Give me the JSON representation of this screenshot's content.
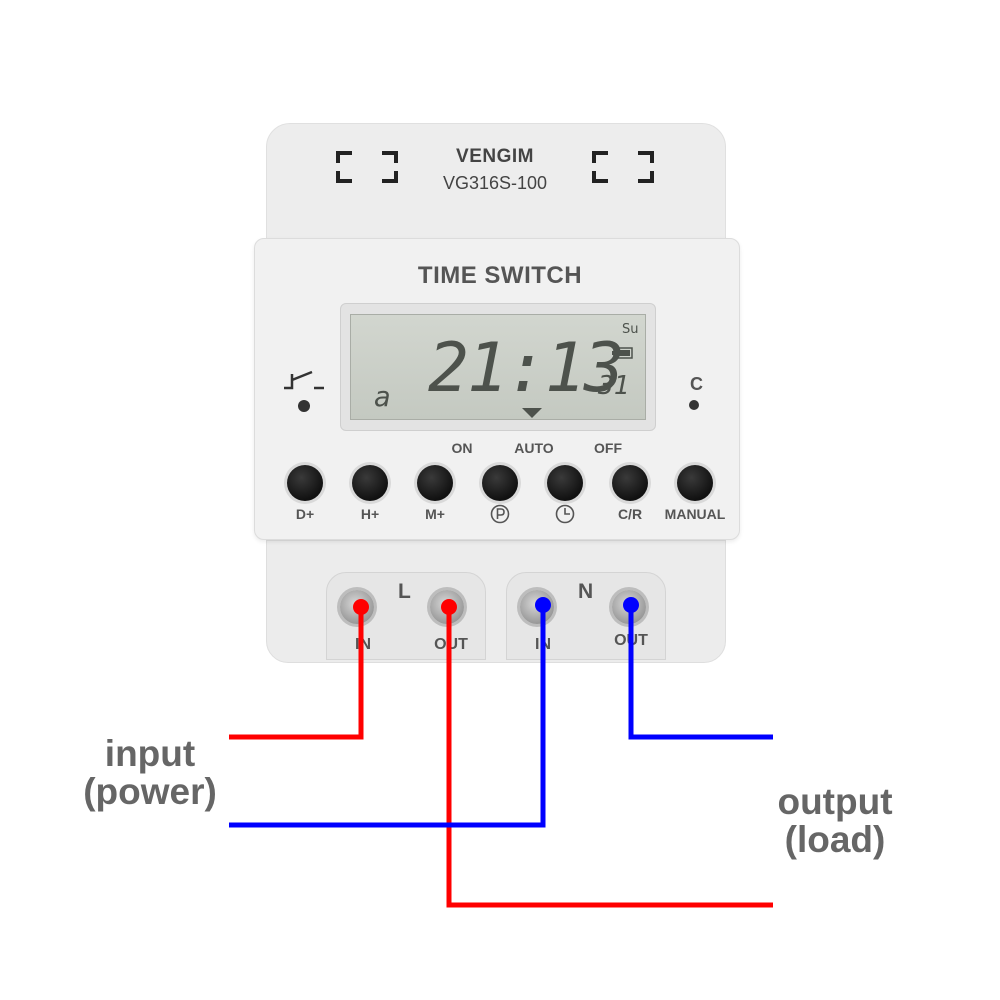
{
  "device": {
    "brand": "VENGIM",
    "model": "VG316S-100",
    "title": "TIME SWITCH",
    "left_indicator_icon": "switch-contact-icon",
    "right_indicator_label": "C"
  },
  "lcd": {
    "day": "Su",
    "time": "21:13",
    "seconds": "31",
    "program": "a",
    "battery_icon": "battery-icon",
    "pointer_icon": "down-arrow-icon"
  },
  "mode_labels": {
    "on": "ON",
    "auto": "AUTO",
    "off": "OFF"
  },
  "buttons": [
    {
      "label": "D+"
    },
    {
      "label": "H+"
    },
    {
      "label": "M+"
    },
    {
      "label": "",
      "icon": "program-p-icon"
    },
    {
      "label": "",
      "icon": "clock-icon"
    },
    {
      "label": "C/R"
    },
    {
      "label": "MANUAL"
    }
  ],
  "terminals": {
    "groups": [
      {
        "letter": "L",
        "in_label": "IN",
        "out_label": "OUT"
      },
      {
        "letter": "N",
        "in_label": "IN",
        "out_label": "OUT"
      }
    ]
  },
  "captions": {
    "input_line1": "input",
    "input_line2": "(power)",
    "output_line1": "output",
    "output_line2": "(load)"
  },
  "colors": {
    "live_wire": "#ff0000",
    "neutral_wire": "#0000ff",
    "lcd_background": "#c9cdc6"
  }
}
